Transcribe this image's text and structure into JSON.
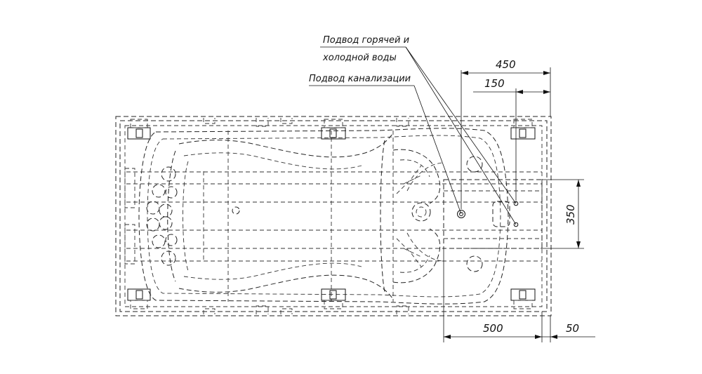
{
  "labels": {
    "water_supply_line1": "Подвод горячей и",
    "water_supply_line2": "холодной воды",
    "drain_supply": "Подвод канализации"
  },
  "dimensions": {
    "top_overall": "450",
    "top_inner": "150",
    "right_vertical": "350",
    "bottom_width": "500",
    "bottom_offset": "50"
  }
}
